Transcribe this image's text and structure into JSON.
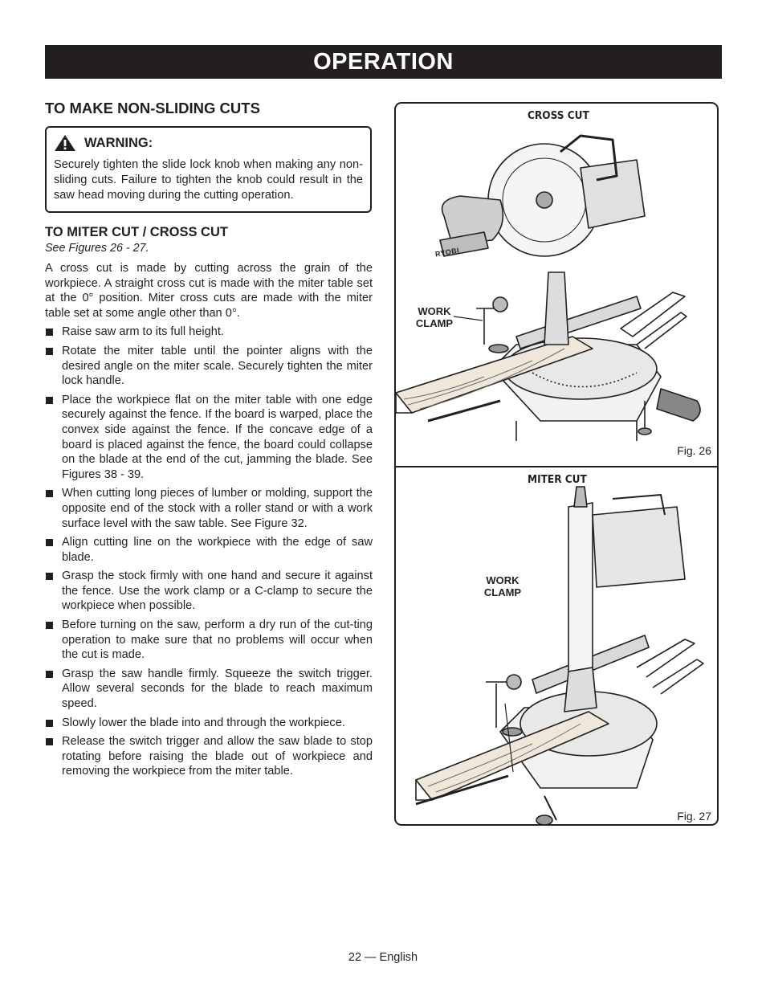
{
  "header": {
    "title": "OPERATION"
  },
  "section": {
    "title": "TO MAKE NON-SLIDING CUTS",
    "warning": {
      "label": "WARNING:",
      "text": "Securely tighten the slide lock knob when making any non-sliding cuts. Failure to tighten the knob could result in the saw head moving during the cutting operation."
    },
    "subsection": {
      "title": "TO MITER CUT / CROSS CUT",
      "see": "See Figures 26 - 27.",
      "intro": "A cross cut is made by cutting across the grain of the workpiece. A straight cross cut is made with the miter table set at the 0° position. Miter cross cuts are made with the miter table set at some angle other than 0°.",
      "steps": [
        "Raise saw arm to its full height.",
        "Rotate the miter table until the pointer aligns with the desired angle on the miter scale. Securely tighten the miter lock handle.",
        "Place the workpiece flat on the miter table with one edge securely against the fence. If the board is warped, place the convex side against the fence. If the concave edge of a board is placed against the fence, the board could collapse on the blade at the end of the cut, jamming the blade. See Figures 38 - 39.",
        "When cutting long pieces of lumber or molding, support the opposite end of the stock with a roller stand or with a work surface level with the saw table. See Figure 32.",
        "Align cutting line on the workpiece with the edge of saw blade.",
        "Grasp the stock firmly with one hand and secure it against the fence. Use the work clamp or a C-clamp to secure the workpiece when possible.",
        "Before turning on the saw, perform a dry run of the cut-ting operation to make sure that no problems will occur when the cut is made.",
        "Grasp the saw handle firmly. Squeeze the switch trigger. Allow several seconds for the blade to reach maximum speed.",
        "Slowly lower the blade into and through the workpiece.",
        "Release the switch trigger and allow the saw blade to stop rotating before raising the blade out of workpiece and removing the workpiece from the miter table."
      ]
    }
  },
  "figures": [
    {
      "title": "CROSS CUT",
      "callout_line1": "WORK",
      "callout_line2": "CLAMP",
      "label": "Fig. 26",
      "logo_text": "RYOBI"
    },
    {
      "title": "MITER CUT",
      "callout_line1": "WORK",
      "callout_line2": "CLAMP",
      "label": "Fig. 27"
    }
  ],
  "footer": {
    "text": "22 — English"
  }
}
